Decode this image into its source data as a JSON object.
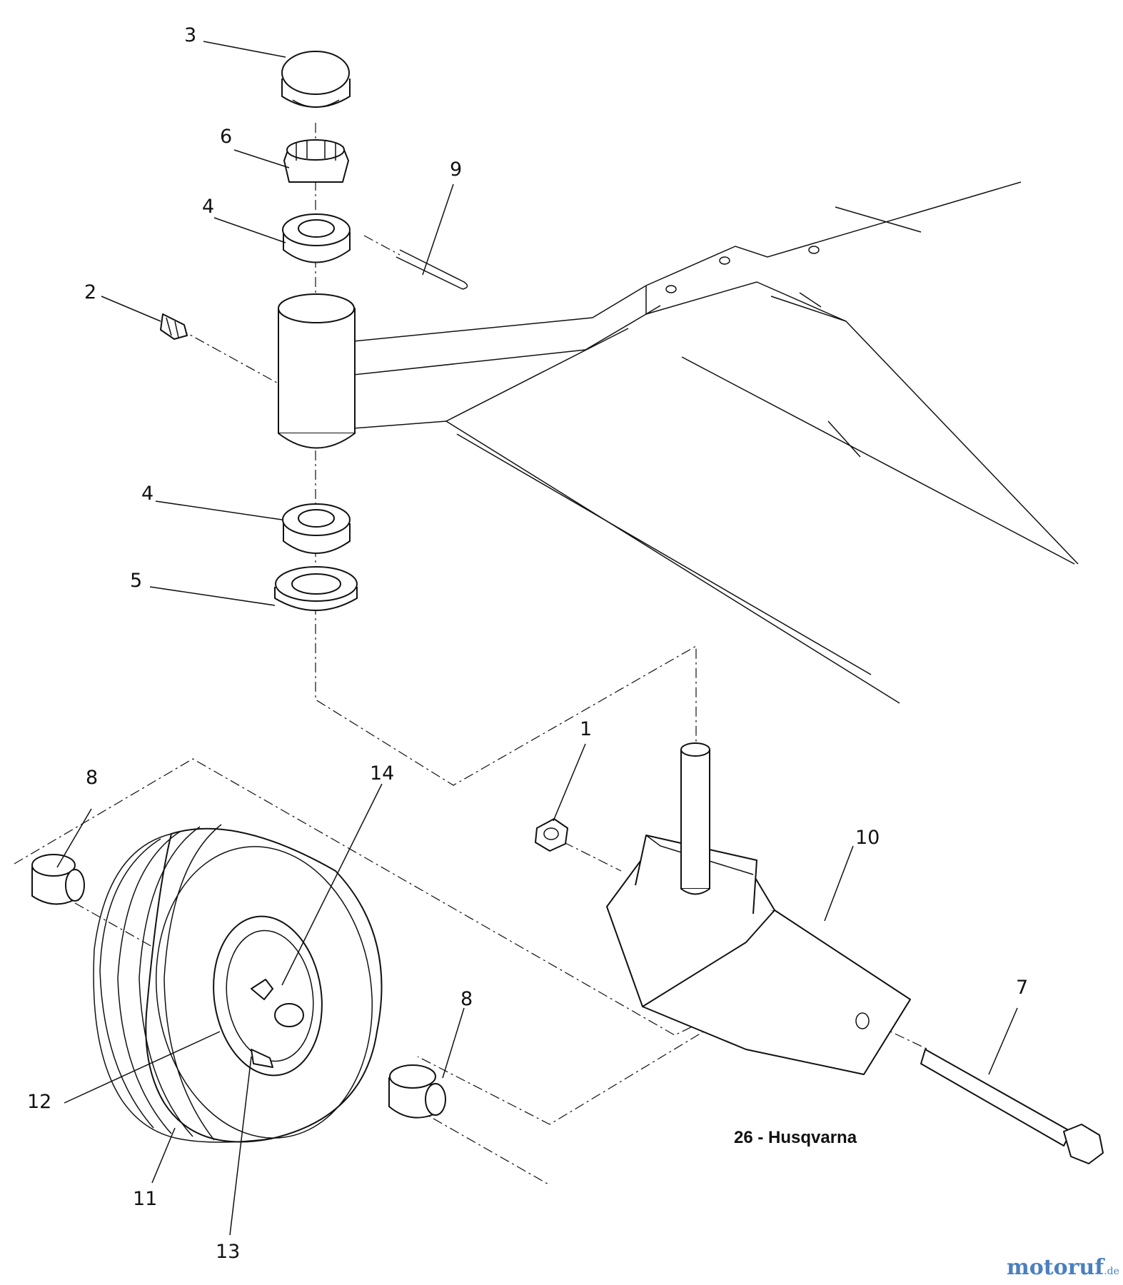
{
  "diagram": {
    "callouts": {
      "c1": "1",
      "c2": "2",
      "c3": "3",
      "c4a": "4",
      "c4b": "4",
      "c5": "5",
      "c6": "6",
      "c7": "7",
      "c8a": "8",
      "c8b": "8",
      "c9": "9",
      "c10": "10",
      "c11": "11",
      "c12": "12",
      "c13": "13",
      "c14": "14"
    },
    "caption": "26 - Husqvarna",
    "watermark": {
      "main": "motoruf",
      "suffix": ".de"
    }
  }
}
